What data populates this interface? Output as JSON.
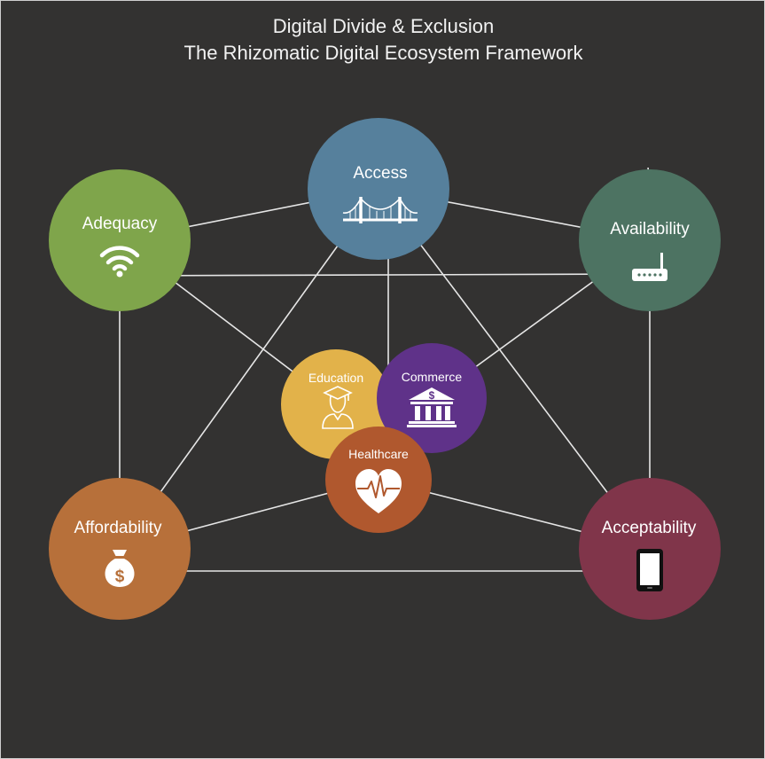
{
  "title": {
    "line1": "Digital Divide & Exclusion",
    "line2": "The Rhizomatic Digital Ecosystem Framework"
  },
  "colors": {
    "background": "#333231",
    "connector": "#e6e6e6",
    "adequacy": "#7fa54b",
    "access": "#56809c",
    "availability": "#4d7362",
    "affordability": "#b7703a",
    "acceptability": "#80354a",
    "education": "#e2b24a",
    "commerce": "#5f3289",
    "healthcare": "#b0582e"
  },
  "outer_nodes": {
    "adequacy": {
      "label": "Adequacy",
      "icon": "wifi-icon"
    },
    "access": {
      "label": "Access",
      "icon": "bridge-icon"
    },
    "availability": {
      "label": "Availability",
      "icon": "router-icon"
    },
    "affordability": {
      "label": "Affordability",
      "icon": "money-bag-icon"
    },
    "acceptability": {
      "label": "Acceptability",
      "icon": "smartphone-icon"
    }
  },
  "inner_nodes": {
    "education": {
      "label": "Education",
      "icon": "graduate-icon"
    },
    "commerce": {
      "label": "Commerce",
      "icon": "bank-icon"
    },
    "healthcare": {
      "label": "Healthcare",
      "icon": "heart-pulse-icon"
    }
  }
}
